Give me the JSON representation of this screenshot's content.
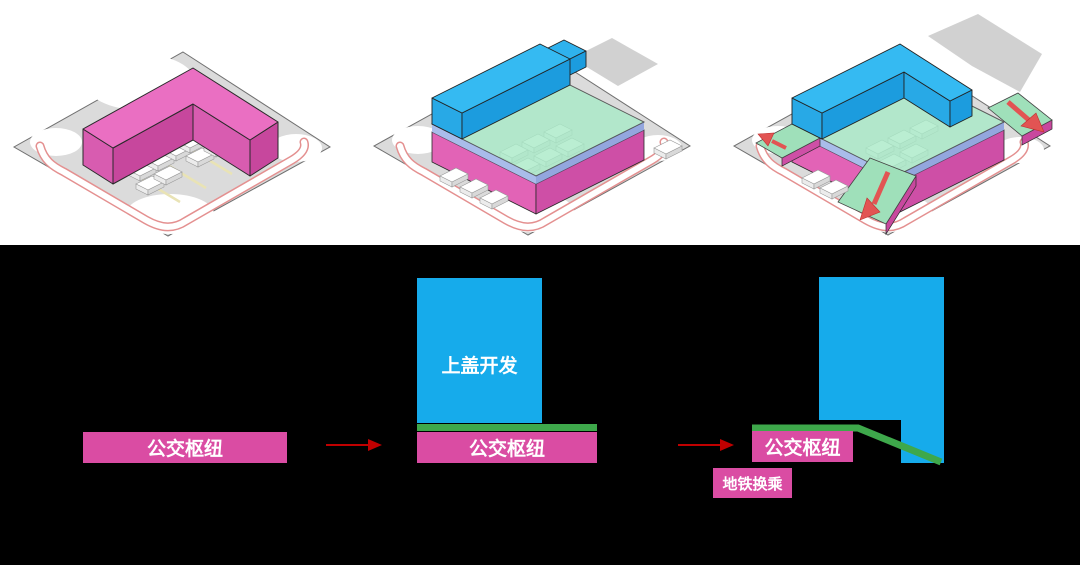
{
  "diagram": {
    "title_visible_text": "",
    "stage1": {
      "hub_label": "公交枢纽"
    },
    "stage2": {
      "development_label": "上盖开发",
      "hub_label": "公交枢纽"
    },
    "stage3": {
      "hub_label": "公交枢纽",
      "metro_label": "地铁换乘"
    },
    "colors": {
      "hub_pink": "#DA4CA3",
      "iso_building_pink": "#EA6FC2",
      "development_blue": "#16ABEB",
      "iso_building_blue": "#35BAF2",
      "deck_green_bar": "#3EA84B",
      "iso_deck_mint": "#A9EBC8",
      "arrow_red": "#C00000",
      "iso_arrow_red": "#E25453",
      "ground_gray": "#DBDBDB",
      "background_top": "#FFFFFF",
      "background_bottom": "#000000"
    },
    "icons": {
      "flow_arrow": "flow-arrow-icon",
      "stage1_model": "iso-model-bus-hub",
      "stage2_model": "iso-model-hub-with-deck-development",
      "stage3_model": "iso-model-hub-ramps-circulation"
    }
  }
}
